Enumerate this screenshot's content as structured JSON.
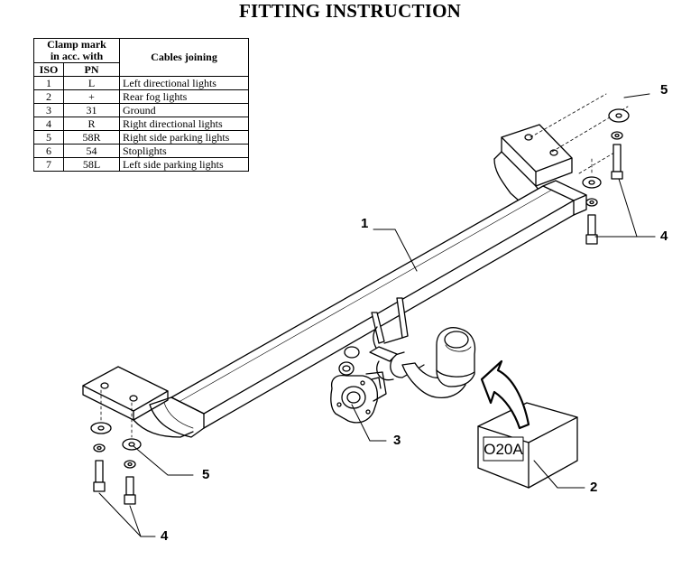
{
  "title": "FITTING INSTRUCTION",
  "table": {
    "header_clamp": [
      "Clamp mark",
      "in acc. with"
    ],
    "header_cables": "Cables joining",
    "col_iso": "ISO",
    "col_pn": "PN",
    "rows": [
      {
        "iso": "1",
        "pn": "L",
        "cable": "Left directional lights"
      },
      {
        "iso": "2",
        "pn": "+",
        "cable": "Rear fog lights"
      },
      {
        "iso": "3",
        "pn": "31",
        "cable": "Ground"
      },
      {
        "iso": "4",
        "pn": "R",
        "cable": "Right directional lights"
      },
      {
        "iso": "5",
        "pn": "58R",
        "cable": "Right side parking lights"
      },
      {
        "iso": "6",
        "pn": "54",
        "cable": "Stoplights"
      },
      {
        "iso": "7",
        "pn": "58L",
        "cable": "Left side parking lights"
      }
    ]
  },
  "callouts": {
    "crossbar": "1",
    "electric_kit": "2",
    "socket": "3",
    "bolts_right": "4",
    "bolts_left": "4",
    "washers_right": "5",
    "washers_left": "5"
  },
  "kit_code": "O20A"
}
